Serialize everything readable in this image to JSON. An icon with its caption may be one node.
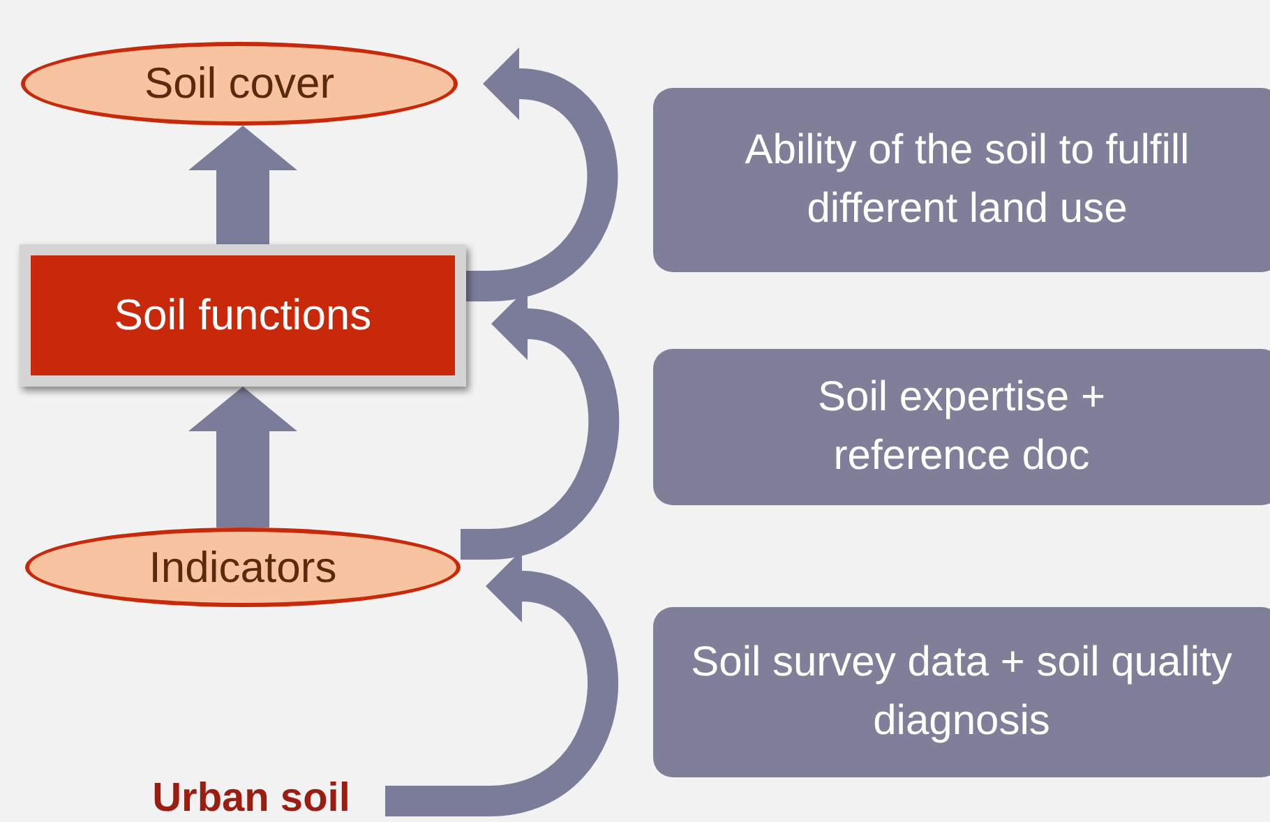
{
  "diagram": {
    "nodes": [
      {
        "text": [
          "Soil cover"
        ]
      },
      {
        "text": [
          "Ability of the soil to fulfill different land use"
        ]
      },
      {
        "text": [
          "Soil functions"
        ]
      },
      {
        "text": [
          "Soil expertise + reference doc"
        ]
      },
      {
        "text": [
          "Indicators"
        ]
      },
      {
        "text": [
          "Soil survey data + soil quality diagnosis"
        ]
      },
      {
        "text": [
          "Urban soil"
        ]
      }
    ],
    "edges": [
      {
        "from": 4,
        "to": 2,
        "arrow": "to"
      },
      {
        "from": 2,
        "to": 0,
        "arrow": "to"
      },
      {
        "from": 6,
        "to": 4,
        "arrow": "to"
      },
      {
        "from": 4,
        "to": 2,
        "arrow": "to"
      },
      {
        "from": 2,
        "to": 0,
        "arrow": "to"
      }
    ]
  }
}
